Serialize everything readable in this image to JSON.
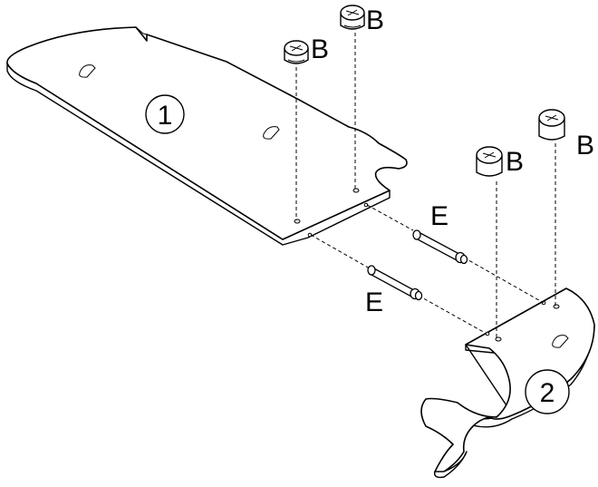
{
  "parts": {
    "part1_number": "1",
    "part2_number": "2"
  },
  "hardware": {
    "cam_label": "B",
    "dowel_label": "E"
  }
}
